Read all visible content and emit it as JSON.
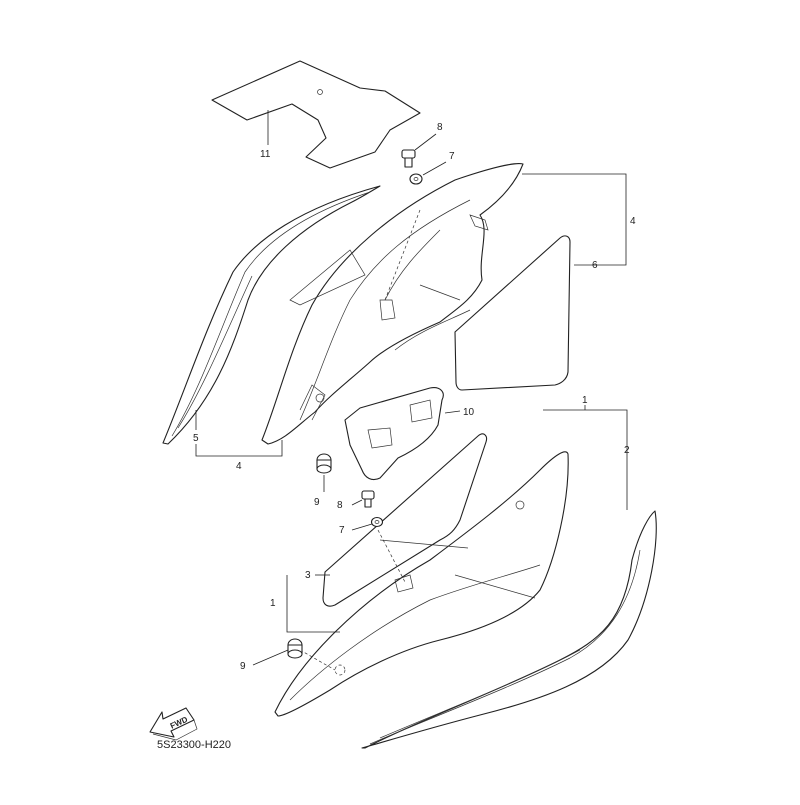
{
  "callouts": {
    "c11": "11",
    "c8a": "8",
    "c7a": "7",
    "c4a": "4",
    "c6": "6",
    "c5": "5",
    "c4b": "4",
    "c10": "10",
    "c9a": "9",
    "c8b": "8",
    "c7b": "7",
    "c1a": "1",
    "c2": "2",
    "c3": "3",
    "c1b": "1",
    "c9b": "9"
  },
  "fwd_label": "FWD",
  "reference_code": "5S23300-H220"
}
